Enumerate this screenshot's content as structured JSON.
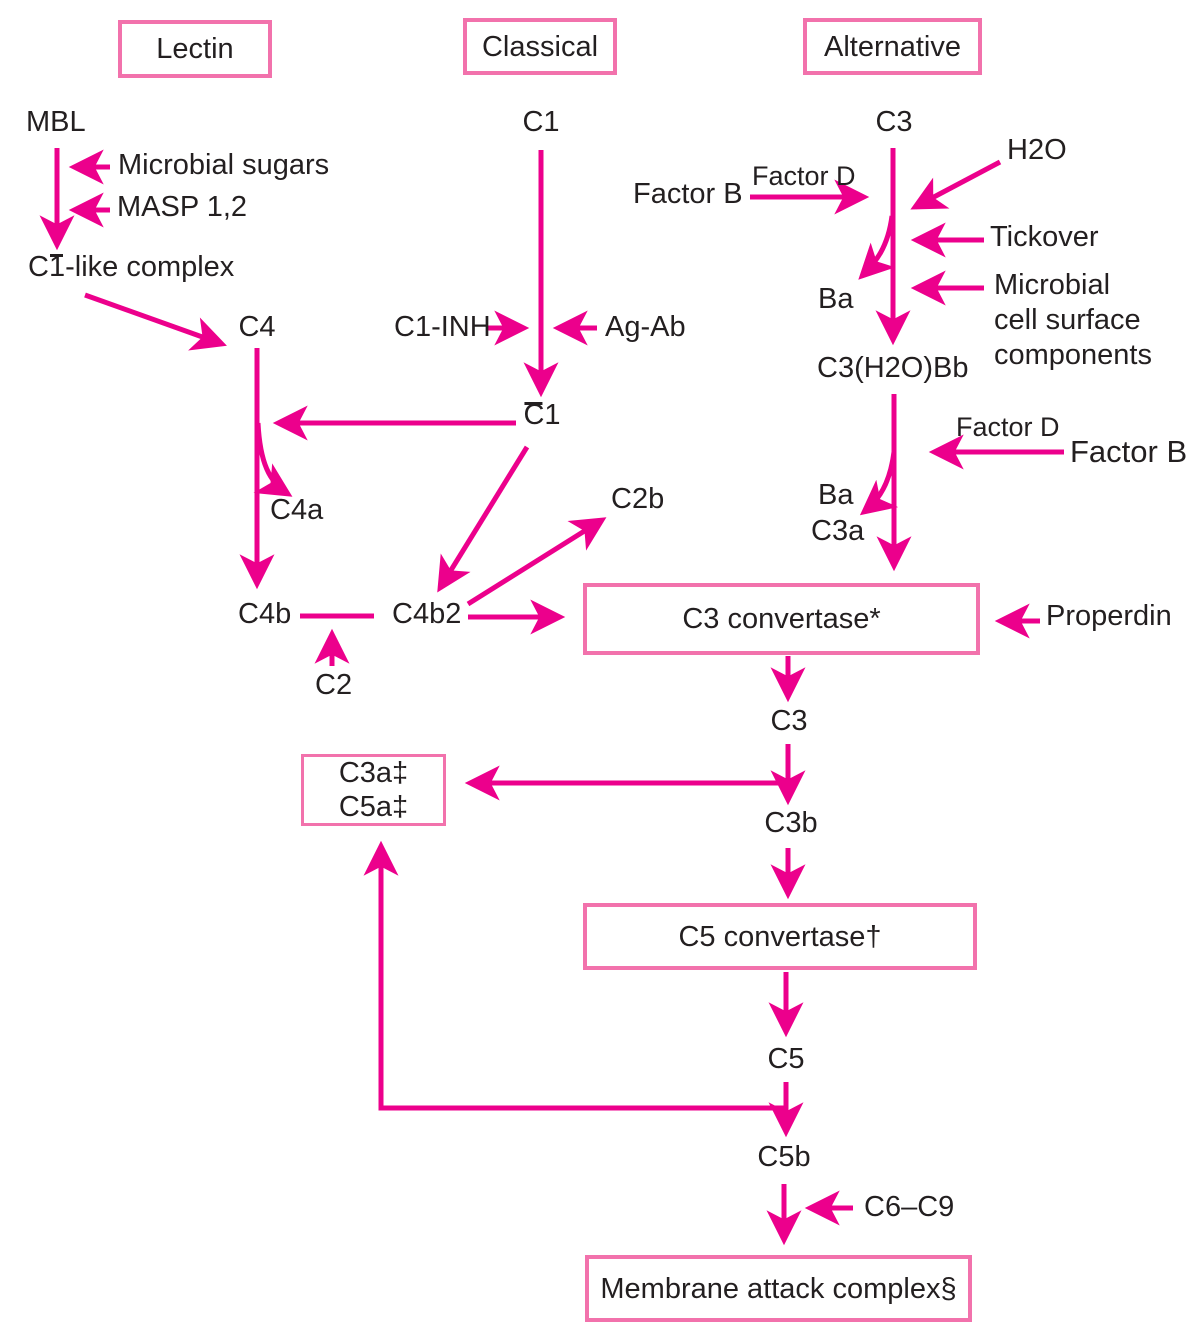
{
  "colors": {
    "arrow_pink": "#EC008C",
    "box_border_pink": "#F272AC",
    "text": "#231F20",
    "background": "#FFFFFF"
  },
  "pathway_headers": {
    "lectin": "Lectin",
    "classical": "Classical",
    "alternative": "Alternative"
  },
  "lectin": {
    "mbl": "MBL",
    "microbial_sugars": "Microbial sugars",
    "masp": "MASP 1,2",
    "c1_like_pre": "C",
    "c1_like_bar": "1",
    "c1_like_post": "-like complex",
    "c4": "C4",
    "c4a": "C4a",
    "c4b": "C4b",
    "c2": "C2"
  },
  "classical": {
    "c1": "C1",
    "c1_inh": "C1-INH",
    "ag_ab": "Ag-Ab",
    "c1_activated_bar": "C",
    "c1_activated_post": "1",
    "c2b": "C2b",
    "c4b2": "C4b2"
  },
  "alternative": {
    "c3": "C3",
    "h2o": "H2O",
    "factor_b_top": "Factor B",
    "factor_d_top": "Factor D",
    "ba_top": "Ba",
    "tickover": "Tickover",
    "microbial_lines": [
      "Microbial",
      "cell surface",
      "components"
    ],
    "c3h2o_bb": "C3(H2O)Bb",
    "factor_d_bottom": "Factor D",
    "factor_b_bottom": "Factor B",
    "ba_bottom": "Ba",
    "c3a_bottom": "C3a"
  },
  "central": {
    "c3_convertase": "C3 convertase*",
    "properdin": "Properdin",
    "c3": "C3",
    "c3b": "C3b",
    "anaphylatoxin_lines": [
      "C3a‡",
      "C5a‡"
    ],
    "c5_convertase": "C5 convertase†",
    "c5": "C5",
    "c5b": "C5b",
    "c6_c9": "C6–C9",
    "mac": "Membrane attack complex§"
  }
}
